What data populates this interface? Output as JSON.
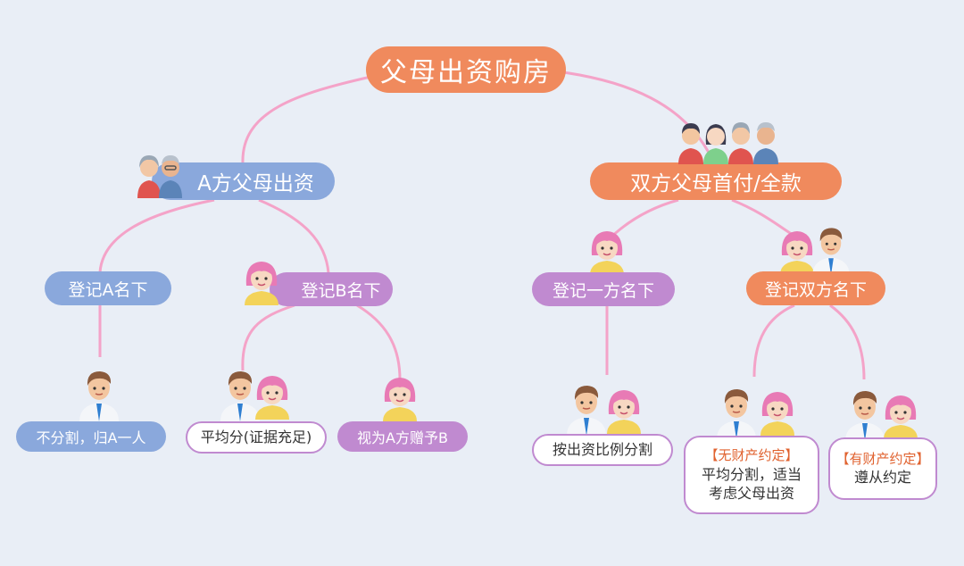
{
  "root": {
    "label": "父母出资购房"
  },
  "branch_a": {
    "label": "A方父母出资",
    "left": {
      "label": "登记A名下",
      "result": "不分割，归A一人"
    },
    "right": {
      "label": "登记B名下",
      "result1": "平均分(证据充足)",
      "result2": "视为A方赠予B"
    }
  },
  "branch_b": {
    "label": "双方父母首付/全款",
    "left": {
      "label": "登记一方名下",
      "result": "按出资比例分割"
    },
    "right": {
      "label": "登记双方名下",
      "result1": {
        "tag": "【无财产约定】",
        "text1": "平均分割，适当",
        "text2": "考虑父母出资"
      },
      "result2": {
        "tag": "【有财产约定】",
        "text": "遵从约定"
      }
    }
  },
  "colors": {
    "orange": "#f08a5d",
    "blue": "#8aa8dc",
    "violet": "#c08ad0",
    "line": "#f4a3c8",
    "background": "#e9eef6"
  }
}
